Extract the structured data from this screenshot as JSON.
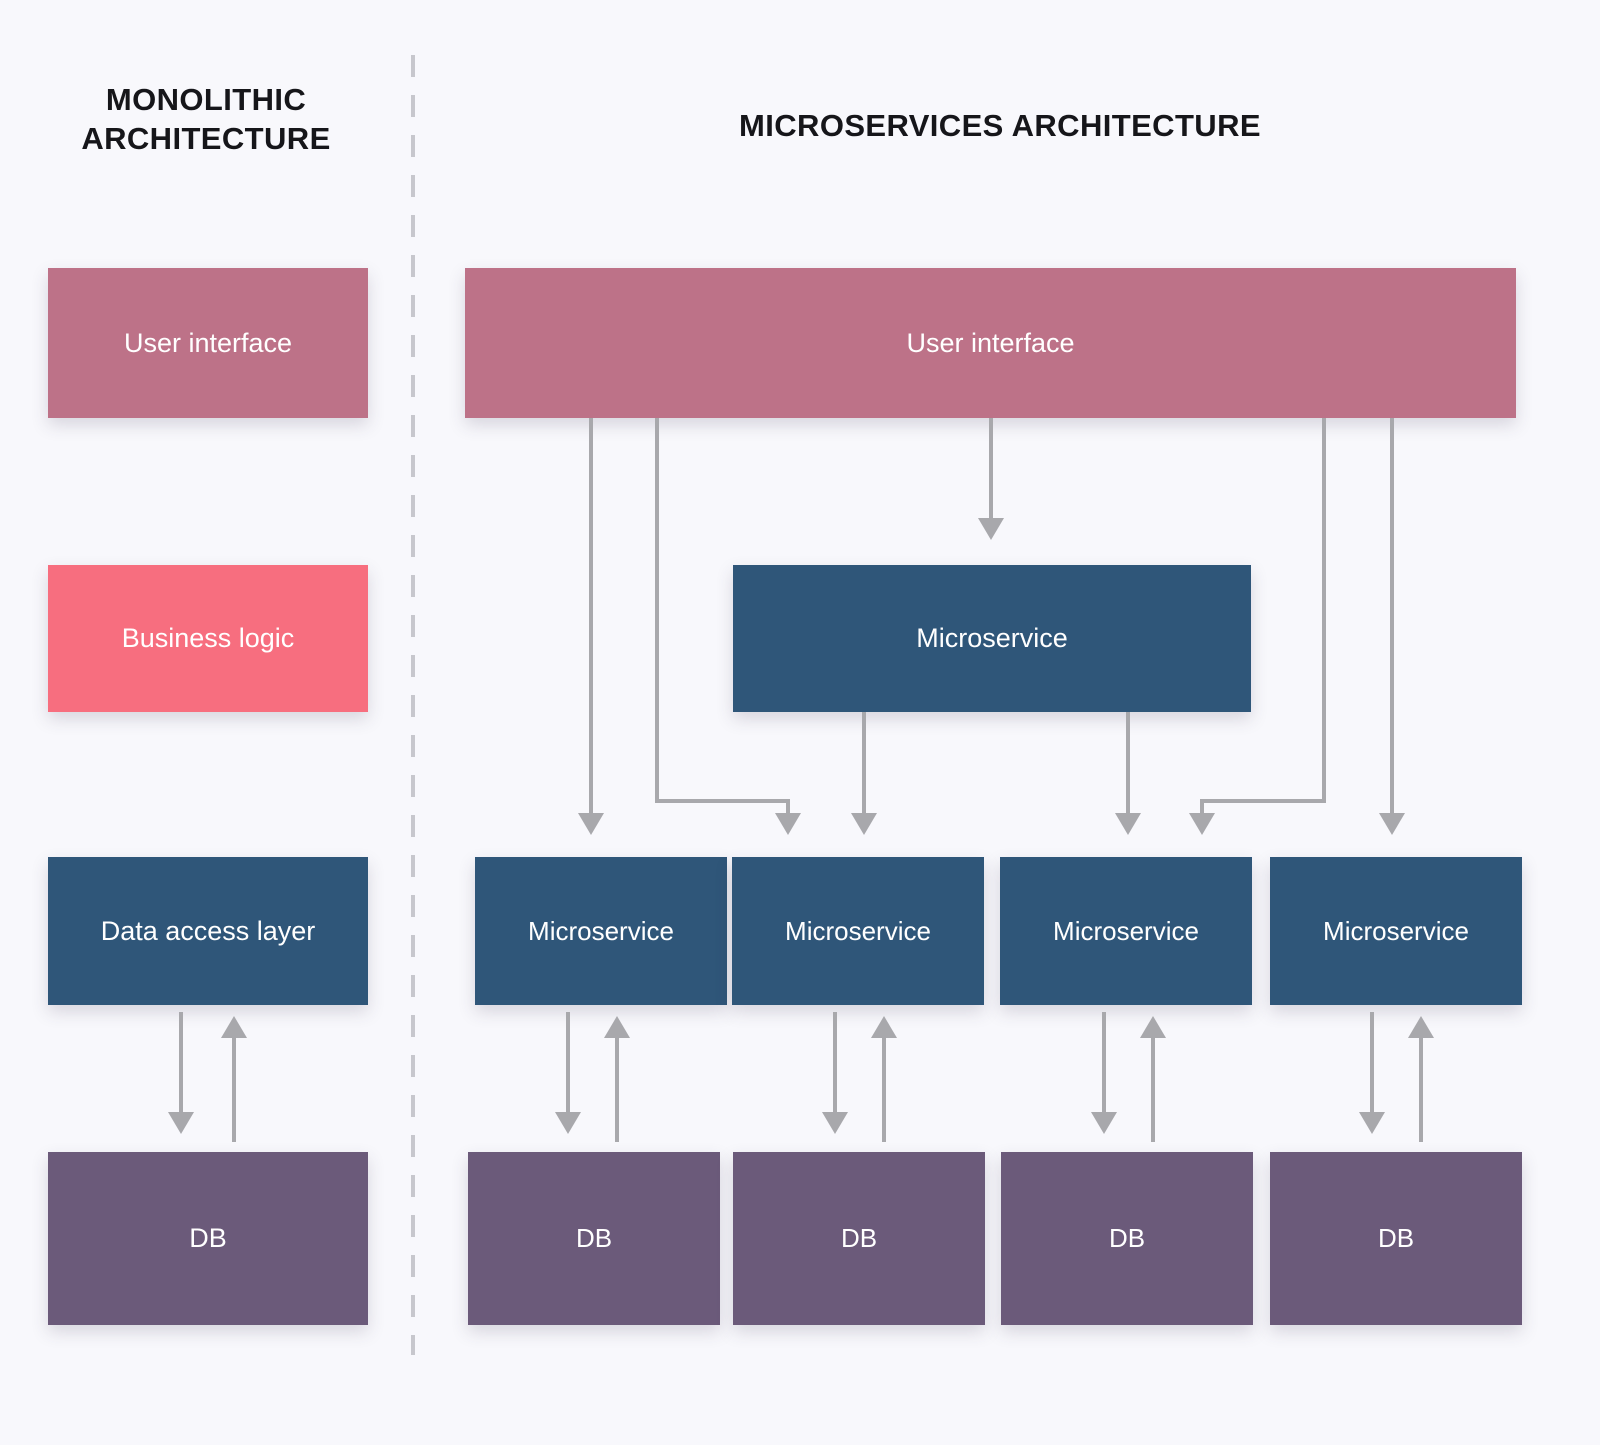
{
  "background_color": "#f8f8fc",
  "divider": {
    "style": "dashed-vertical",
    "color": "#c7c7cd"
  },
  "palette": {
    "user_interface": "#bd7288",
    "business_logic": "#f76e7f",
    "service": "#2f5679",
    "database": "#6b5a7a",
    "connector": "#a8a8ac",
    "text_on_node": "#ffffff",
    "title": "#16161a"
  },
  "monolithic": {
    "title": "MONOLITHIC\nARCHITECTURE",
    "nodes": [
      {
        "label": "User interface",
        "type": "user-interface"
      },
      {
        "label": "Business logic",
        "type": "business-logic"
      },
      {
        "label": "Data access layer",
        "type": "data-access-layer"
      },
      {
        "label": "DB",
        "type": "database"
      }
    ]
  },
  "microservices": {
    "title": "MICROSERVICES ARCHITECTURE",
    "user_interface": {
      "label": "User interface"
    },
    "top_service": {
      "label": "Microservice"
    },
    "services": [
      {
        "label": "Microservice"
      },
      {
        "label": "Microservice"
      },
      {
        "label": "Microservice"
      },
      {
        "label": "Microservice"
      }
    ],
    "databases": [
      {
        "label": "DB"
      },
      {
        "label": "DB"
      },
      {
        "label": "DB"
      },
      {
        "label": "DB"
      }
    ]
  }
}
